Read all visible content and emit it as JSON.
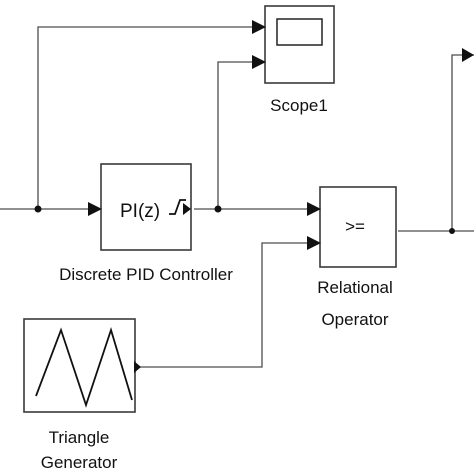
{
  "blocks": {
    "scope1": {
      "label": "Scope1"
    },
    "pid": {
      "label": "Discrete PID Controller",
      "symbol": "PI(z)"
    },
    "relational": {
      "label_line1": "Relational",
      "label_line2": "Operator",
      "symbol": ">="
    },
    "triangle": {
      "label_line1": "Triangle",
      "label_line2": "Generator"
    }
  }
}
